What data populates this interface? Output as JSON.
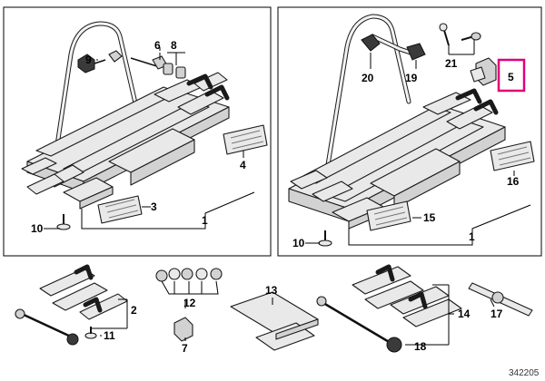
{
  "diagram": {
    "part_numbers": {
      "p1_left": "1",
      "p1_right": "1",
      "p2": "2",
      "p3": "3",
      "p4": "4",
      "p5": "5",
      "p6": "6",
      "p7": "7",
      "p8": "8",
      "p9": "9",
      "p10_left": "10",
      "p10_right": "10",
      "p11": "11",
      "p12": "12",
      "p13": "13",
      "p14": "14",
      "p15": "15",
      "p16": "16",
      "p17": "17",
      "p18": "18",
      "p19": "19",
      "p20": "20",
      "p21": "21"
    },
    "highlighted_part": "5",
    "reference_number": "342205",
    "colors": {
      "highlight": "#e0007a",
      "line": "#000000",
      "part_fill": "#e9e9e9"
    }
  }
}
